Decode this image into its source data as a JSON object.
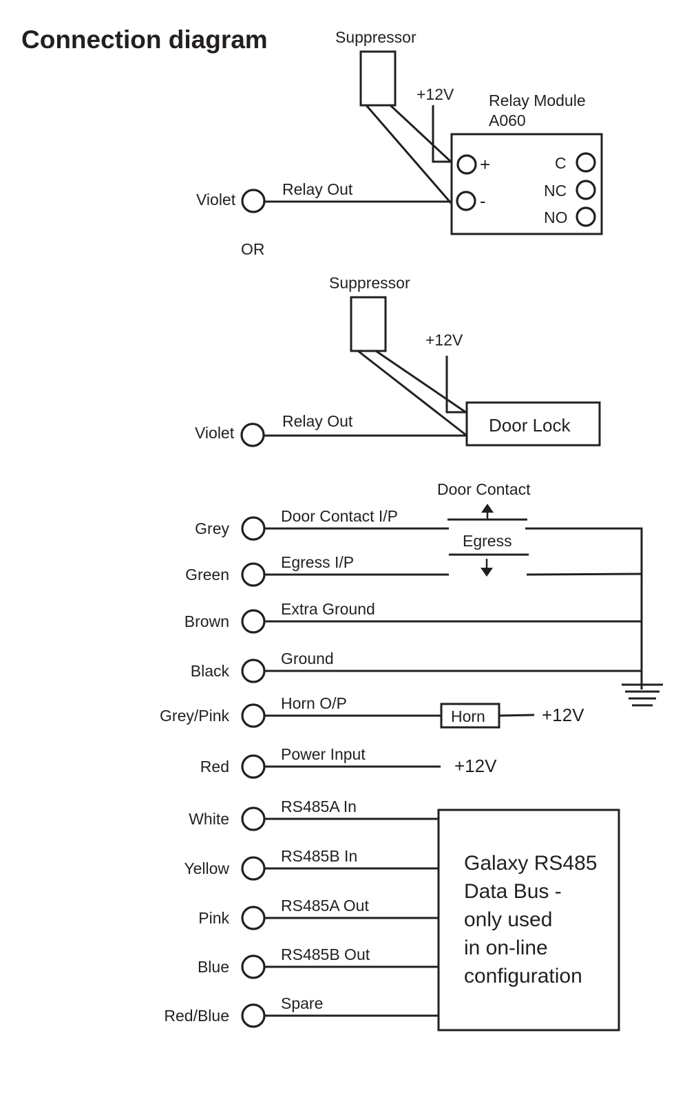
{
  "title": "Connection diagram",
  "relay_section": {
    "suppressor_label": "Suppressor",
    "supply_label": "+12V",
    "module_title_line1": "Relay Module",
    "module_title_line2": "A060",
    "module_terminals_left": [
      "+",
      "-"
    ],
    "module_terminals_right": [
      "C",
      "NC",
      "NO"
    ],
    "wire_color": "Violet",
    "wire_function": "Relay Out"
  },
  "or_label": "OR",
  "door_lock_section": {
    "suppressor_label": "Suppressor",
    "supply_label": "+12V",
    "device_label": "Door Lock",
    "wire_color": "Violet",
    "wire_function": "Relay Out"
  },
  "switches": {
    "door_contact_label": "Door Contact",
    "egress_label": "Egress"
  },
  "wires": [
    {
      "color": "Grey",
      "function": "Door Contact I/P"
    },
    {
      "color": "Green",
      "function": "Egress I/P"
    },
    {
      "color": "Brown",
      "function": "Extra Ground"
    },
    {
      "color": "Black",
      "function": "Ground"
    },
    {
      "color": "Grey/Pink",
      "function": "Horn O/P"
    },
    {
      "color": "Red",
      "function": "Power Input"
    },
    {
      "color": "White",
      "function": "RS485A In"
    },
    {
      "color": "Yellow",
      "function": "RS485B In"
    },
    {
      "color": "Pink",
      "function": "RS485A Out"
    },
    {
      "color": "Blue",
      "function": "RS485B Out"
    },
    {
      "color": "Red/Blue",
      "function": "Spare"
    }
  ],
  "horn": {
    "label": "Horn",
    "supply_label": "+12V"
  },
  "power": {
    "supply_label": "+12V"
  },
  "galaxy_box": {
    "lines": [
      "Galaxy RS485",
      "Data Bus -",
      "only used",
      "in on-line",
      "configuration"
    ]
  }
}
